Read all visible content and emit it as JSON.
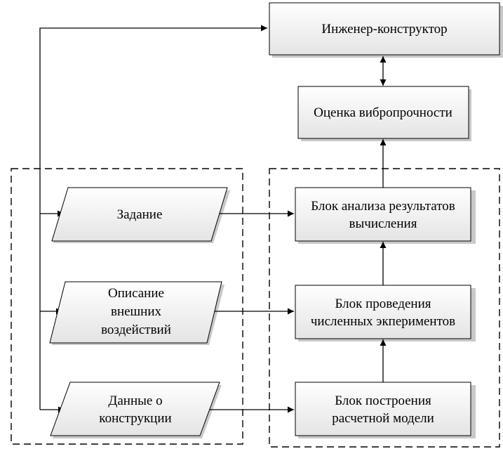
{
  "nodes": {
    "engineer": "Инженер-конструктор",
    "assessment": "Оценка вибропрочности",
    "analysis": [
      "Блок анализа результатов",
      "вычисления"
    ],
    "experiments": [
      "Блок проведения",
      "численных экпериментов"
    ],
    "model": [
      "Блок построения",
      "расчетной модели"
    ],
    "task": "Задание",
    "external": [
      "Описание",
      "внешних",
      "воздействий"
    ],
    "construction": [
      "Данные о",
      "конструкции"
    ]
  }
}
